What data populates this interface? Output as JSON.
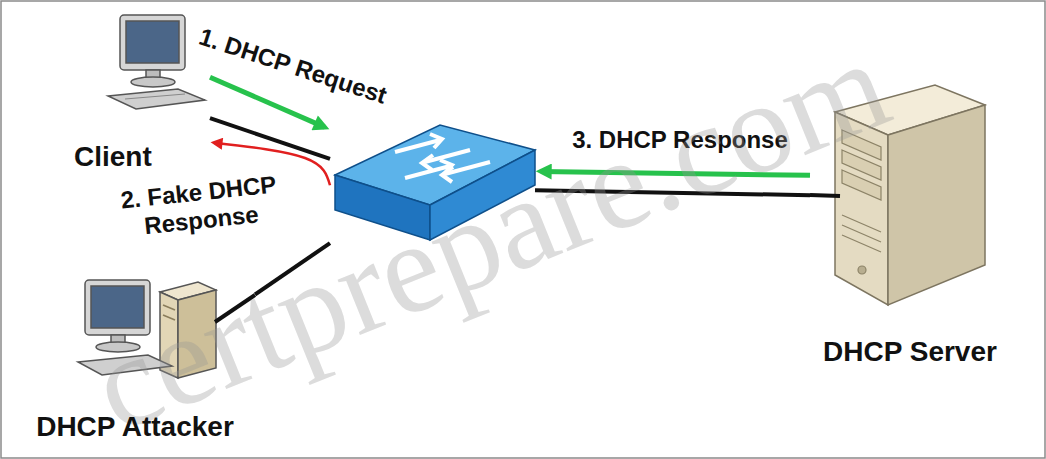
{
  "diagram": {
    "nodes": [
      {
        "text": [
          "Client"
        ]
      },
      {
        "text": []
      },
      {
        "text": [
          "DHCP Server"
        ]
      },
      {
        "text": [
          "DHCP Attacker"
        ]
      }
    ],
    "edges": [
      {
        "from": 0,
        "to": 1,
        "arrow": "none"
      },
      {
        "from": 3,
        "to": 1,
        "arrow": "none"
      },
      {
        "from": 1,
        "to": 2,
        "arrow": "none"
      },
      {
        "from": 0,
        "to": 1,
        "arrow": "to",
        "label": "1. DHCP Request"
      },
      {
        "from": 1,
        "to": 0,
        "arrow": "to",
        "label": "2. Fake DHCP Response"
      },
      {
        "from": 2,
        "to": 1,
        "arrow": "to",
        "label": "3. DHCP Response"
      }
    ],
    "labels": [
      "certprepare.com"
    ]
  }
}
